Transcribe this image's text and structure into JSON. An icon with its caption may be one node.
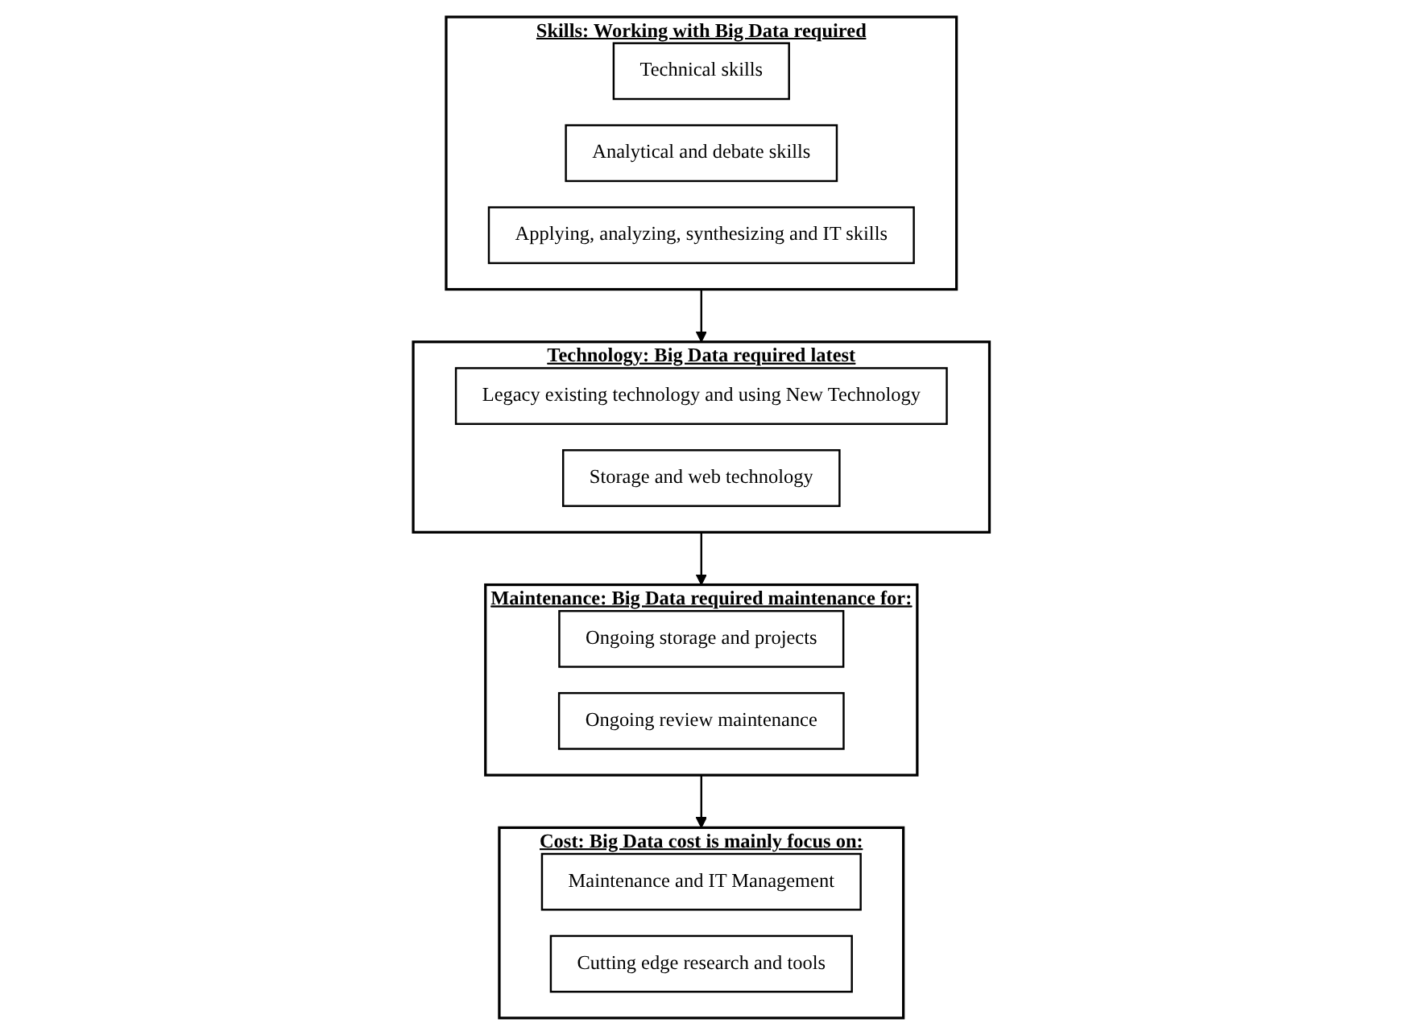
{
  "diagram": {
    "nodes": [
      {
        "text": [
          "Skills: Working with Big Data required"
        ]
      },
      {
        "text": [
          "Technical skills"
        ],
        "in": 0
      },
      {
        "text": [
          "Analytical and debate skills"
        ],
        "in": 0
      },
      {
        "text": [
          "Applying, analyzing, synthesizing and IT skills"
        ],
        "in": 0
      },
      {
        "text": [
          "Technology: Big Data required latest"
        ]
      },
      {
        "text": [
          "Legacy existing technology and using New Technology"
        ],
        "in": 4
      },
      {
        "text": [
          "Storage and web technology"
        ],
        "in": 4
      },
      {
        "text": [
          "Maintenance: Big Data required maintenance for:"
        ]
      },
      {
        "text": [
          "Ongoing storage and projects"
        ],
        "in": 7
      },
      {
        "text": [
          "Ongoing review maintenance"
        ],
        "in": 7
      },
      {
        "text": [
          "Cost: Big Data cost is mainly focus on:"
        ]
      },
      {
        "text": [
          "Maintenance and IT Management"
        ],
        "in": 10
      },
      {
        "text": [
          "Cutting edge research and tools"
        ],
        "in": 10
      }
    ],
    "edges": [
      {
        "from": 0,
        "to": 4,
        "arrow": "to"
      },
      {
        "from": 4,
        "to": 7,
        "arrow": "to"
      },
      {
        "from": 7,
        "to": 10,
        "arrow": "to"
      }
    ]
  }
}
